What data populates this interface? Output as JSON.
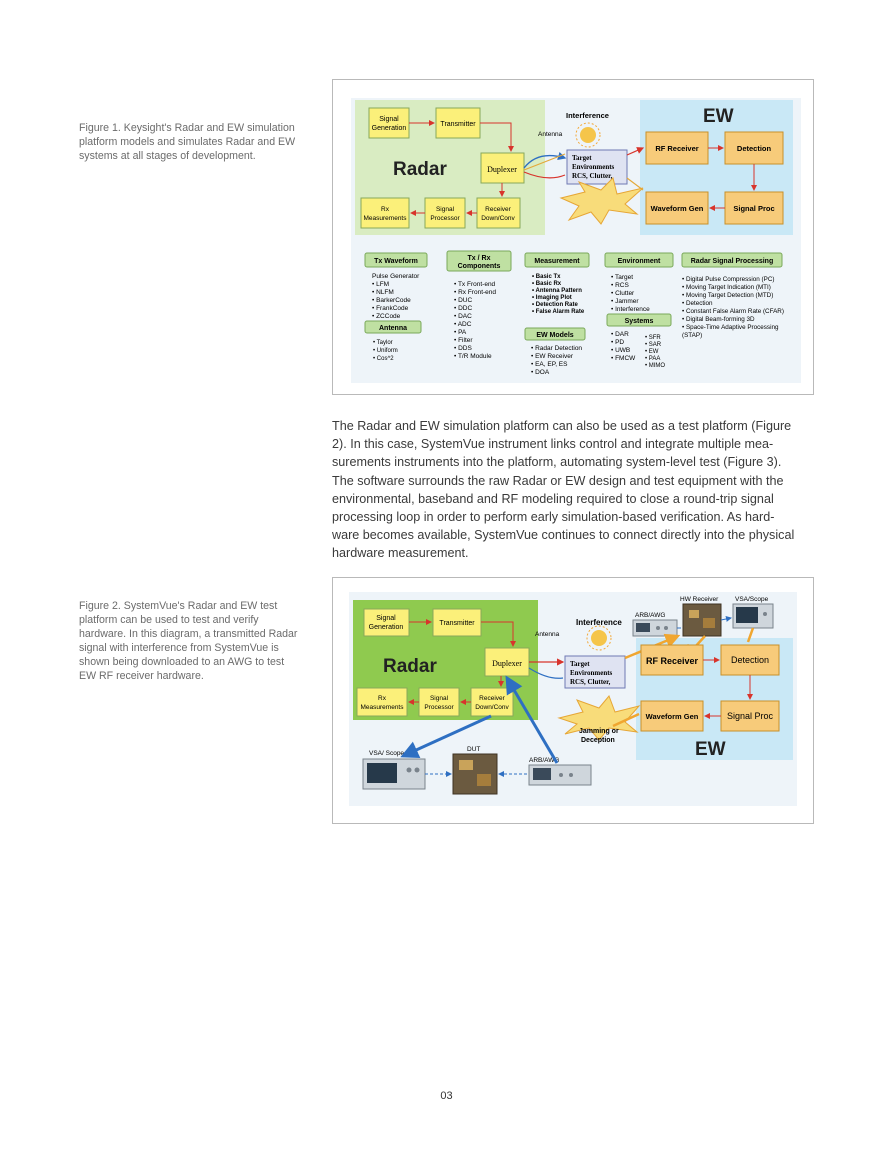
{
  "fig1": {
    "caption": "Figure 1. Keysight's Radar and EW simulation platform models and simulates Radar and EW systems at all stages of development.",
    "blocks": {
      "signal_gen": [
        "Signal",
        "Generation"
      ],
      "transmitter": "Transmitter",
      "radar_title": "Radar",
      "duplexer": "Duplexer",
      "rx_meas": [
        "Rx",
        "Measurements"
      ],
      "signal_proc": [
        "Signal",
        "Processor"
      ],
      "receiver": [
        "Receiver",
        "Down/Conv"
      ],
      "interference": "Interference",
      "antenna": "Antenna",
      "target_env": [
        "Target",
        "Environments",
        "RCS, Clutter,"
      ],
      "ew_title": "EW",
      "rf_receiver": "RF Receiver",
      "detection": "Detection",
      "waveform_gen": "Waveform Gen",
      "signal_proc_ew": "Signal Proc"
    },
    "modules": {
      "tx_waveform": {
        "header": "Tx Waveform",
        "items": [
          "Pulse Generator",
          "• LFM",
          "• NLFM",
          "• BarkerCode",
          "• FrankCode",
          "• ZCCode"
        ]
      },
      "antenna": {
        "header": "Antenna",
        "items": [
          "• Taylor",
          "• Uniform",
          "• Cos^2"
        ]
      },
      "txrx": {
        "header": [
          "Tx / Rx",
          "Components"
        ],
        "items": [
          "• Tx Front-end",
          "• Rx Front-end",
          "• DUC",
          "• DDC",
          "• DAC",
          "• ADC",
          "• PA",
          "• Filter",
          "• DDS",
          "• T/R Module"
        ]
      },
      "measurement": {
        "header": "Measurement",
        "items": [
          "• Basic Tx",
          "• Basic Rx",
          "• Antenna Pattern",
          "• Imaging Plot",
          "• Detection Rate",
          "• False Alarm Rate"
        ]
      },
      "ew_models": {
        "header": "EW Models",
        "items": [
          "•  Radar Detection",
          "•  EW Receiver",
          "•  EA, EP, ES",
          "•  DOA"
        ]
      },
      "environment": {
        "header": "Environment",
        "items": [
          "• Target",
          "• RCS",
          "• Clutter",
          "• Jammer",
          "• Interference"
        ]
      },
      "systems": {
        "header": "Systems",
        "col1": [
          "•  DAR",
          "•  PD",
          "•  UWB",
          "•  FMCW"
        ],
        "col2": [
          "• SFR",
          "• SAR",
          "• EW",
          "• PAA",
          "• MIMO"
        ]
      },
      "rsp": {
        "header": "Radar Signal Processing",
        "items": [
          "• Digital Pulse Compression (PC)",
          "• Moving Target Indication (MTI)",
          "• Moving Target Detection (MTD)",
          "• Detection",
          "• Constant False Alarm Rate (CFAR)",
          "• Digital Beam-forming 3D",
          "• Space-Time Adaptive  Processing",
          "  (STAP)"
        ]
      }
    }
  },
  "paragraph": [
    "The Radar and EW simulation platform can also be used as a test platform (Figure",
    "2). In this case, SystemVue instrument links control and integrate multiple mea-",
    "surements instruments into the platform, automating system-level test (Figure 3).",
    "The software surrounds the raw Radar or EW design and test equipment with the",
    "environmental, baseband and RF modeling required to close a round-trip signal",
    "processing loop in order to perform early simulation-based verification. As hard-",
    "ware becomes available, SystemVue continues to connect directly into the physical",
    "hardware measurement."
  ],
  "fig2": {
    "caption": "Figure 2. SystemVue's Radar and EW test platform can be used to test and verify hardware. In this diagram, a transmitted Radar signal with interference from SystemVue is shown being downloaded to an AWG to test EW RF receiver hardware.",
    "blocks": {
      "signal_gen": [
        "Signal",
        "Generation"
      ],
      "transmitter": "Transmitter",
      "radar_title": "Radar",
      "duplexer": "Duplexer",
      "rx_meas": [
        "Rx",
        "Measurements"
      ],
      "signal_proc": [
        "Signal",
        "Processor"
      ],
      "receiver": [
        "Receiver",
        "Down/Conv"
      ],
      "interference": "Interference",
      "antenna": "Antenna",
      "target_env": [
        "Target",
        "Environments",
        "RCS, Clutter,"
      ],
      "arb_awg_top": "ARB/AWG",
      "hw_receiver": "HW Receiver",
      "vsa_scope_top": "VSA/Scope",
      "rf_receiver": "RF Receiver",
      "detection": "Detection",
      "waveform_gen": "Waveform Gen",
      "signal_proc_ew": "Signal Proc",
      "ew_title": "EW",
      "jamming": [
        "Jamming or",
        "Deception"
      ],
      "vsa_scope_bottom": "VSA/ Scope",
      "dut": "DUT",
      "arb_awg_bottom": "ARB/AWG"
    }
  },
  "page_number": "03"
}
